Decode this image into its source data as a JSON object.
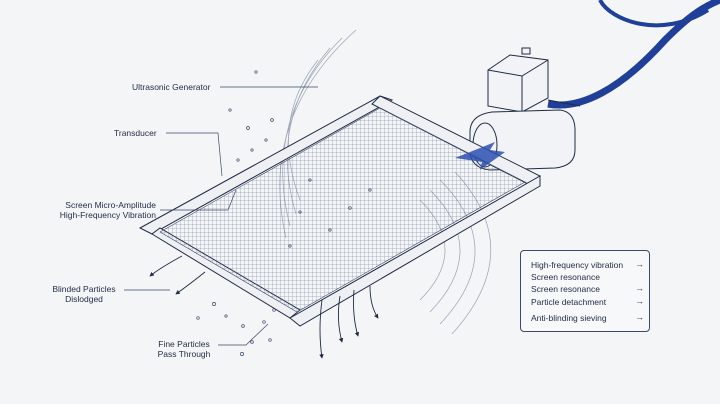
{
  "labels": {
    "ultrasonic_generator": "Ultrasonic Generator",
    "transducer": "Transducer",
    "screen_vibration_1": "Screen Micro-Amplitude",
    "screen_vibration_2": "High-Frequency Vibration",
    "blinded_1": "Blinded Particles",
    "blinded_2": "Dislodged",
    "fine_1": "Fine Particles",
    "fine_2": "Pass Through"
  },
  "legend": {
    "items": [
      "High-frequency vibration",
      "Screen resonance",
      "Screen resonance",
      "Particle detachment",
      "Anti-blinding sieving"
    ],
    "arrow_glyph": "→"
  },
  "colors": {
    "ink": "#1f2b45",
    "line": "#3a4a6b",
    "cable": "#1f3f99",
    "accent": "#2c4fb0",
    "background": "#f4f5f6"
  }
}
